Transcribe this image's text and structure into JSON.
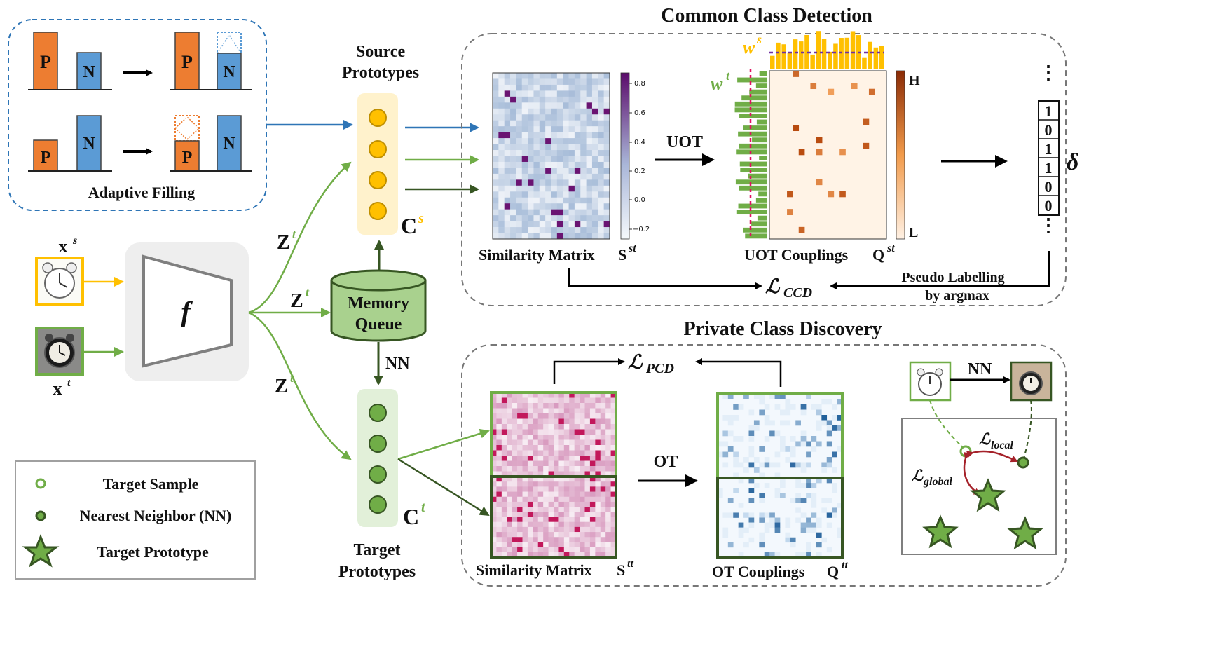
{
  "adaptive_filling": {
    "label": "Adaptive Filling",
    "bar_p": "P",
    "bar_n": "N"
  },
  "inputs": {
    "xs_base": "x",
    "xs_sup": "s",
    "xt_base": "x",
    "xt_sup": "t",
    "encoder": "f"
  },
  "z_labels": {
    "base": "Z",
    "sup": "t"
  },
  "memory_queue": {
    "line1": "Memory",
    "line2": "Queue"
  },
  "nn_label": "NN",
  "source_prototypes": {
    "line1": "Source",
    "line2": "Prototypes",
    "symbol_base": "C",
    "symbol_sup": "s"
  },
  "target_prototypes": {
    "line1": "Target",
    "line2": "Prototypes",
    "symbol_base": "C",
    "symbol_sup": "t"
  },
  "ccd": {
    "title": "Common Class Detection",
    "sim_label": "Similarity Matrix",
    "sim_sym": "S",
    "sim_sup": "st",
    "colorbar_ticks": [
      "0.8",
      "0.6",
      "0.4",
      "0.2",
      "0.0",
      "−0.2"
    ],
    "uot_arrow": "UOT",
    "ws_base": "w",
    "ws_sup": "s",
    "wt_base": "w",
    "wt_sup": "t",
    "uot_label": "UOT Couplings",
    "q_sym": "Q",
    "q_sup": "st",
    "scale_high": "H",
    "scale_low": "L",
    "delta_values": [
      "1",
      "0",
      "1",
      "1",
      "0",
      "0"
    ],
    "delta_symbol": "δ",
    "pseudo_line1": "Pseudo Labelling",
    "pseudo_line2": "by argmax",
    "loss_base": "ℒ",
    "loss_sub": "CCD"
  },
  "pcd": {
    "title": "Private Class Discovery",
    "loss_base": "ℒ",
    "loss_sub": "PCD",
    "ot_arrow": "OT",
    "sim_label": "Similarity Matrix",
    "sim_sym": "S",
    "sim_sup": "tt",
    "ot_label": "OT Couplings",
    "q_sym": "Q",
    "q_sup": "tt",
    "nn_label": "NN",
    "local_base": "ℒ",
    "local_sub": "local",
    "global_base": "ℒ",
    "global_sub": "global"
  },
  "legend": {
    "target_sample": "Target Sample",
    "nearest_neighbor": "Nearest Neighbor (NN)",
    "target_prototype": "Target Prototype"
  },
  "colors": {
    "orange": "#ED7D31",
    "blue": "#5B9BD5",
    "green": "#70AD47",
    "dark_green": "#375623",
    "gold": "#FFC000",
    "arrow_blue": "#2E75B6",
    "dark_red": "#A5222A"
  }
}
